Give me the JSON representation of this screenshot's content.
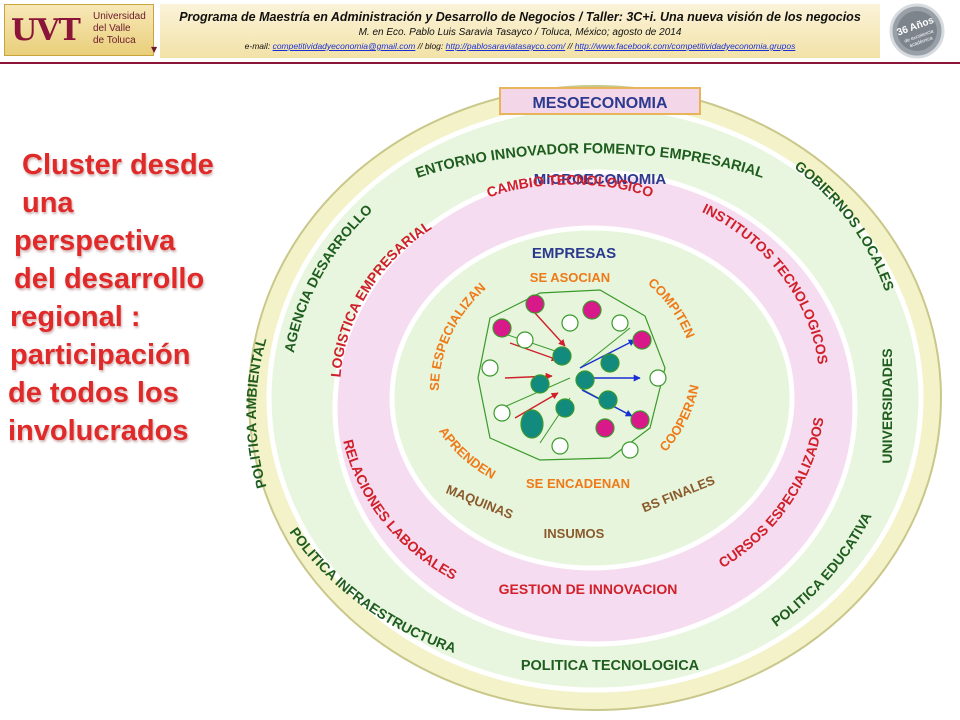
{
  "header": {
    "logo": {
      "mark": "UVT",
      "lines": [
        "Universidad",
        "del Valle",
        "de Toluca"
      ]
    },
    "title": "Programa de Maestría en Administración y Desarrollo de Negocios / Taller: 3C+i. Una nueva visión de los negocios",
    "subtitle": "M. en Eco. Pablo Luis Saravia Tasayco / Toluca, México; agosto de 2014",
    "links": {
      "email_label": "e-mail:",
      "email": "competitividadyeconomia@gmail.com",
      "sep1": "// blog:",
      "blog": "http://pablosaraviatasayco.com/",
      "sep2": "//",
      "facebook": "http://www.facebook.com/competitividadyeconomia.grupos"
    },
    "badge": {
      "line1": "36 Años",
      "line2": "de excelencia",
      "line3": "académica"
    }
  },
  "title_lines": [
    "Cluster desde",
    "una",
    "perspectiva",
    "del desarrollo",
    "regional :",
    "participación",
    "de todos los",
    "involucrados"
  ],
  "diagram": {
    "meso": {
      "title": "MESOECONOMIA",
      "top": "ENTORNO INNOVADOR FOMENTO EMPRESARIAL",
      "left_upper": "AGENCIA DESARROLLO",
      "left": "POLITICA AMBIENTAL",
      "left_lower": "POLITICA INFRAESTRUCTURA",
      "bottom": "POLITICA TECNOLOGICA",
      "right_upper": "GOBIERNOS LOCALES",
      "right": "UNIVERSIDADES",
      "right_lower": "POLITICA EDUCATIVA"
    },
    "micro": {
      "title": "MICROECONOMIA",
      "top": "CAMBIO TECNOLOGICO",
      "left": "LOGISTICA EMPRESARIAL",
      "left_lower": "RELACIONES LABORALES",
      "bottom": "GESTION DE INNOVACION",
      "right": "INSTITUTOS TECNOLOGICOS",
      "right_lower": "CURSOS ESPECIALIZADOS"
    },
    "empresas": {
      "title": "EMPRESAS",
      "asocian": "SE ASOCIAN",
      "especializan": "SE ESPECIALIZAN",
      "compiten": "COMPITEN",
      "cooperan": "COOPERAN",
      "aprenden": "APRENDEN",
      "encadenan": "SE ENCADENAN",
      "maquinas": "MAQUINAS",
      "insumos": "INSUMOS",
      "bs_finales": "BS FINALES"
    }
  },
  "colors": {
    "title_red": "#e02a2a",
    "ring_outer": "#f3f2c8",
    "ring_meso": "#e8f6df",
    "ring_micro": "#f6dcf0",
    "ring_core": "#e6f5dc",
    "ring_stroke": "#ffffff",
    "navy": "#2b3a8f",
    "dark_green": "#1f5d1f",
    "purple": "#7a2a88",
    "orange": "#ef7a18",
    "brown": "#8a5a2b",
    "red": "#d0202a",
    "node_magenta": "#d8198a",
    "node_teal": "#138a7e",
    "node_white": "#ffffff",
    "node_green_outline": "#3a9a2a"
  }
}
